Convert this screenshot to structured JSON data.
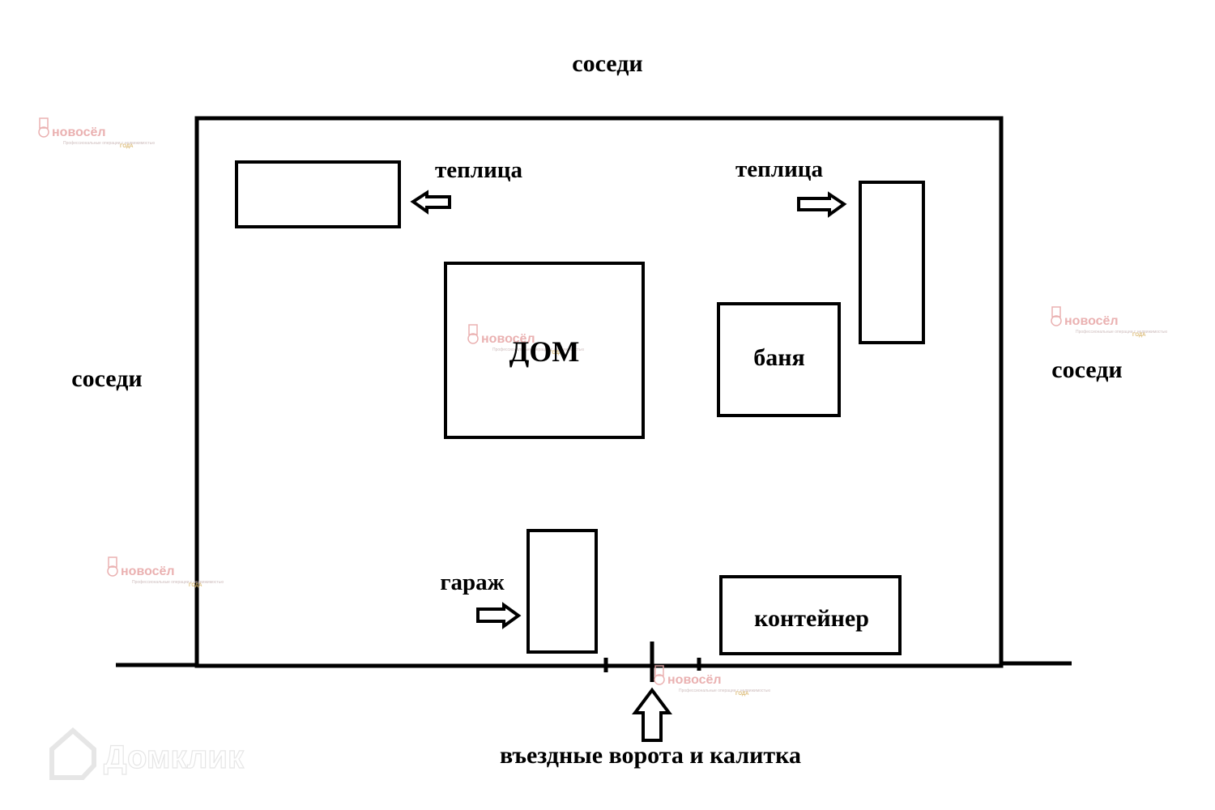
{
  "diagram": {
    "title": "site plan",
    "labels": {
      "neighbors_top": "соседи",
      "neighbors_left": "соседи",
      "neighbors_right": "соседи",
      "greenhouse_left": "теплица",
      "greenhouse_right": "теплица",
      "house": "ДОМ",
      "bathhouse": "баня",
      "garage": "гараж",
      "container": "контейнер",
      "entrance": "въездные ворота и калитка"
    }
  },
  "watermarks": {
    "novosel": {
      "brand": "новосёл",
      "tagline": "Профессиональные операции с недвижимостью",
      "award": "ГОДА"
    },
    "domclick": {
      "brand": "Домклик"
    }
  },
  "colors": {
    "line": "#000000",
    "watermark_brand": "#e8a9a9",
    "watermark_award": "#d9b56a"
  }
}
